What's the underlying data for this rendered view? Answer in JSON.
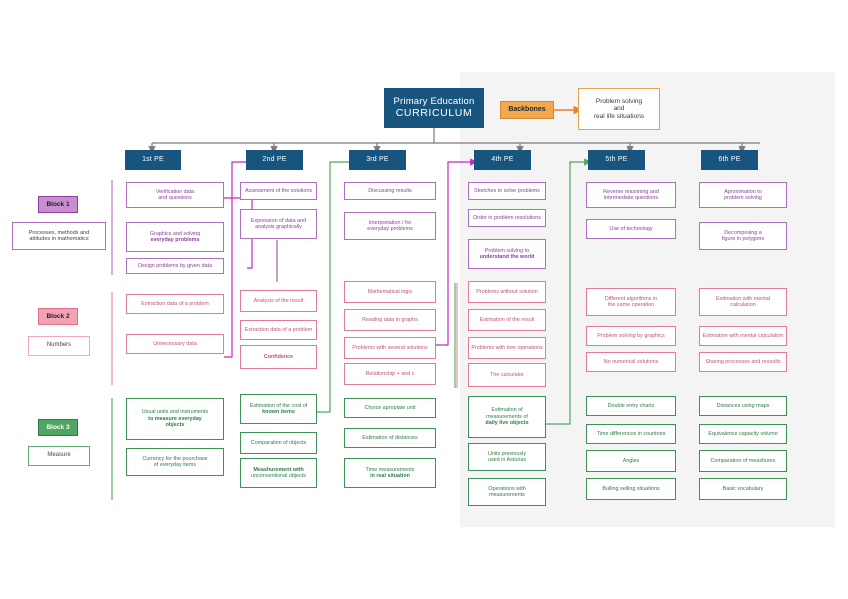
{
  "diagram": {
    "title_line1": "Primary Education",
    "title_line2": "CURRICULUM",
    "backbones_label": "Backbones",
    "problem_solving": {
      "line1": "Problem solving",
      "line2": "and",
      "line3": "real life situations"
    },
    "colors": {
      "navy": "#17557f",
      "orange": "#f3a84c",
      "purple": "#8e3f9e",
      "purple_light": "#b06fc0",
      "pink": "#e2728c",
      "pink_light": "#f3a2b4",
      "green": "#2f7d46",
      "green_light": "#4fa663",
      "panel_grey": "#f4f4f4",
      "magenta_arrow": "#c428c4",
      "green_arrow": "#4fa663",
      "grey_arrow": "#7a7a7a"
    }
  },
  "columns": [
    {
      "id": "pe1",
      "label": "1st PE"
    },
    {
      "id": "pe2",
      "label": "2nd PE"
    },
    {
      "id": "pe3",
      "label": "3rd PE"
    },
    {
      "id": "pe4",
      "label": "4th PE"
    },
    {
      "id": "pe5",
      "label": "5th PE"
    },
    {
      "id": "pe6",
      "label": "6th PE"
    }
  ],
  "blocks": [
    {
      "id": "block1",
      "title": "Block 1",
      "description_line1": "Processes, methods and",
      "description_line2": "attitudes in mathematics"
    },
    {
      "id": "block2",
      "title": "Block 2",
      "description": "Numbers"
    },
    {
      "id": "block3",
      "title": "Block 3",
      "description": "Measure"
    }
  ],
  "cards": {
    "block1": {
      "pe1": [
        {
          "lines": [
            "Verification data",
            "and questions"
          ],
          "bold": []
        },
        {
          "lines": [
            "Graphics and  solving",
            "everyday problems"
          ],
          "bold": [
            1
          ]
        },
        {
          "lines": [
            "Design problems by given data"
          ],
          "bold": []
        }
      ],
      "pe2": [
        {
          "lines": [
            "Assessment of the solutions"
          ],
          "bold": []
        },
        {
          "lines": [
            "Expression of data and",
            "analysis graphically"
          ],
          "bold": []
        }
      ],
      "pe3": [
        {
          "lines": [
            "Discussing results"
          ],
          "bold": []
        },
        {
          "lines": [
            "Interpretation / for",
            "everyday problems"
          ],
          "bold": []
        }
      ],
      "pe4": [
        {
          "lines": [
            "Sketches to solve problems"
          ],
          "bold": []
        },
        {
          "lines": [
            "Order in problem resolutions"
          ],
          "bold": []
        },
        {
          "lines": [
            "Problem solving to",
            "understand the world"
          ],
          "bold": [
            1
          ]
        }
      ],
      "pe5": [
        {
          "lines": [
            "Reverse reasoning and",
            "intermediate questions"
          ],
          "bold": []
        },
        {
          "lines": [
            "Use of technology"
          ],
          "bold": []
        }
      ],
      "pe6": [
        {
          "lines": [
            "Aproximation to",
            "problem solving"
          ],
          "bold": []
        },
        {
          "lines": [
            "Decomposing a",
            "figure in polygons"
          ],
          "bold": []
        }
      ]
    },
    "block2": {
      "pe1": [
        {
          "lines": [
            "Extraction data of a problem"
          ],
          "bold": []
        },
        {
          "lines": [
            "Unnecessary data"
          ],
          "bold": []
        }
      ],
      "pe2": [
        {
          "lines": [
            "Analysis of the result"
          ],
          "bold": []
        },
        {
          "lines": [
            "Extraction data of a problem"
          ],
          "bold": []
        },
        {
          "lines": [
            "Confidence"
          ],
          "bold": [
            0
          ]
        }
      ],
      "pe3": [
        {
          "lines": [
            "Mathematical logic"
          ],
          "bold": []
        },
        {
          "lines": [
            "Reading data in graphs"
          ],
          "bold": []
        },
        {
          "lines": [
            "Problems with several solutions"
          ],
          "bold": []
        },
        {
          "lines": [
            "Relationship + and x"
          ],
          "bold": []
        }
      ],
      "pe4": [
        {
          "lines": [
            "Problems without solution"
          ],
          "bold": []
        },
        {
          "lines": [
            "Estimation of the result"
          ],
          "bold": []
        },
        {
          "lines": [
            "Problems with tree operations"
          ],
          "bold": []
        },
        {
          "lines": [
            "The calculator"
          ],
          "bold": []
        }
      ],
      "pe5": [
        {
          "lines": [
            "Different algorithms in",
            "the same operation"
          ],
          "bold": []
        },
        {
          "lines": [
            "Problem solving by graphics"
          ],
          "bold": []
        },
        {
          "lines": [
            "No numerical solutions"
          ],
          "bold": []
        }
      ],
      "pe6": [
        {
          "lines": [
            "Estimation with mental",
            "calculation"
          ],
          "bold": []
        },
        {
          "lines": [
            "Estimation with mental calculation"
          ],
          "bold": []
        },
        {
          "lines": [
            "Sharing processes and resoults"
          ],
          "bold": []
        }
      ]
    },
    "block3": {
      "pe1": [
        {
          "lines": [
            "Usual units and instruments",
            "to measure everyday",
            "objects"
          ],
          "bold": [
            1,
            2
          ]
        },
        {
          "lines": [
            "Currency for the pourchase",
            "of everyday items"
          ],
          "bold": []
        }
      ],
      "pe2": [
        {
          "lines": [
            "Estimation of the cost of",
            "known items"
          ],
          "bold": [
            1
          ]
        },
        {
          "lines": [
            "Comparation of objects"
          ],
          "bold": []
        },
        {
          "lines": [
            "Meashurement with",
            "unconventional objects"
          ],
          "bold": [
            0
          ]
        }
      ],
      "pe3": [
        {
          "lines": [
            "Choice apropiate unit"
          ],
          "bold": []
        },
        {
          "lines": [
            "Estimation of distances"
          ],
          "bold": []
        },
        {
          "lines": [
            "Time measurements",
            "in real situation"
          ],
          "bold": [
            1
          ]
        }
      ],
      "pe4": [
        {
          "lines": [
            "Estimation of",
            "measurements of",
            "daily live objects"
          ],
          "bold": [
            2
          ]
        },
        {
          "lines": [
            "Units previously",
            "used in Asturias"
          ],
          "bold": []
        },
        {
          "lines": [
            "Operations with",
            "measurements"
          ],
          "bold": []
        }
      ],
      "pe5": [
        {
          "lines": [
            "Double entry charts"
          ],
          "bold": []
        },
        {
          "lines": [
            "Time differencce in countries"
          ],
          "bold": []
        },
        {
          "lines": [
            "Angles"
          ],
          "bold": []
        },
        {
          "lines": [
            "Bulling selling situations"
          ],
          "bold": []
        }
      ],
      "pe6": [
        {
          "lines": [
            "Distances using maps"
          ],
          "bold": []
        },
        {
          "lines": [
            "Equivalence capacity volume"
          ],
          "bold": []
        },
        {
          "lines": [
            "Comparation of meashures"
          ],
          "bold": []
        },
        {
          "lines": [
            "Basic vocabulary"
          ],
          "bold": []
        }
      ]
    }
  }
}
